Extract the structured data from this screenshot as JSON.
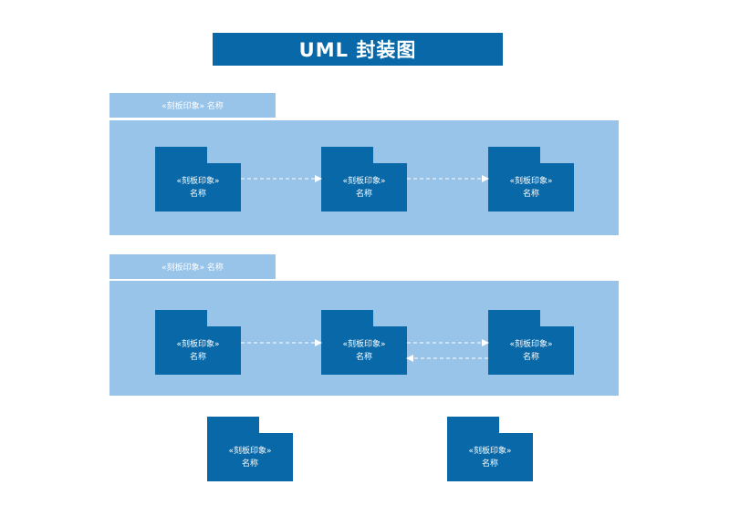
{
  "title": "UML 封装图",
  "groups": [
    {
      "label": "«刻板印象» 名称"
    },
    {
      "label": "«刻板印象» 名称"
    }
  ],
  "packages": [
    {
      "stereotype": "«刻板印象»",
      "name": "名称"
    },
    {
      "stereotype": "«刻板印象»",
      "name": "名称"
    },
    {
      "stereotype": "«刻板印象»",
      "name": "名称"
    },
    {
      "stereotype": "«刻板印象»",
      "name": "名称"
    },
    {
      "stereotype": "«刻板印象»",
      "name": "名称"
    },
    {
      "stereotype": "«刻板印象»",
      "name": "名称"
    },
    {
      "stereotype": "«刻板印象»",
      "name": "名称"
    },
    {
      "stereotype": "«刻板印象»",
      "name": "名称"
    }
  ],
  "colors": {
    "package": "#0868a8",
    "group": "#98c4ea",
    "title_bg": "#0868a8",
    "arrow": "#ffffff"
  }
}
